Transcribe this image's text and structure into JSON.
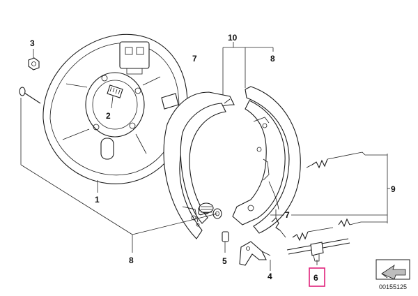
{
  "callouts": [
    {
      "id": "part-3",
      "label": "3"
    },
    {
      "id": "part-2",
      "label": "2"
    },
    {
      "id": "part-1",
      "label": "1"
    },
    {
      "id": "part-10",
      "label": "10"
    },
    {
      "id": "part-7-left",
      "label": "7"
    },
    {
      "id": "part-8-top",
      "label": "8"
    },
    {
      "id": "part-9",
      "label": "9"
    },
    {
      "id": "part-7-right",
      "label": "7"
    },
    {
      "id": "part-8-bottom",
      "label": "8"
    },
    {
      "id": "part-5",
      "label": "5"
    },
    {
      "id": "part-4",
      "label": "4"
    },
    {
      "id": "part-6",
      "label": "6"
    }
  ],
  "highlight": {
    "label": "6",
    "color": "#e0207a"
  },
  "drawing_number": "00155125",
  "line_color": "#1a1a1a",
  "icons": [
    "navigation-arrow-icon"
  ]
}
